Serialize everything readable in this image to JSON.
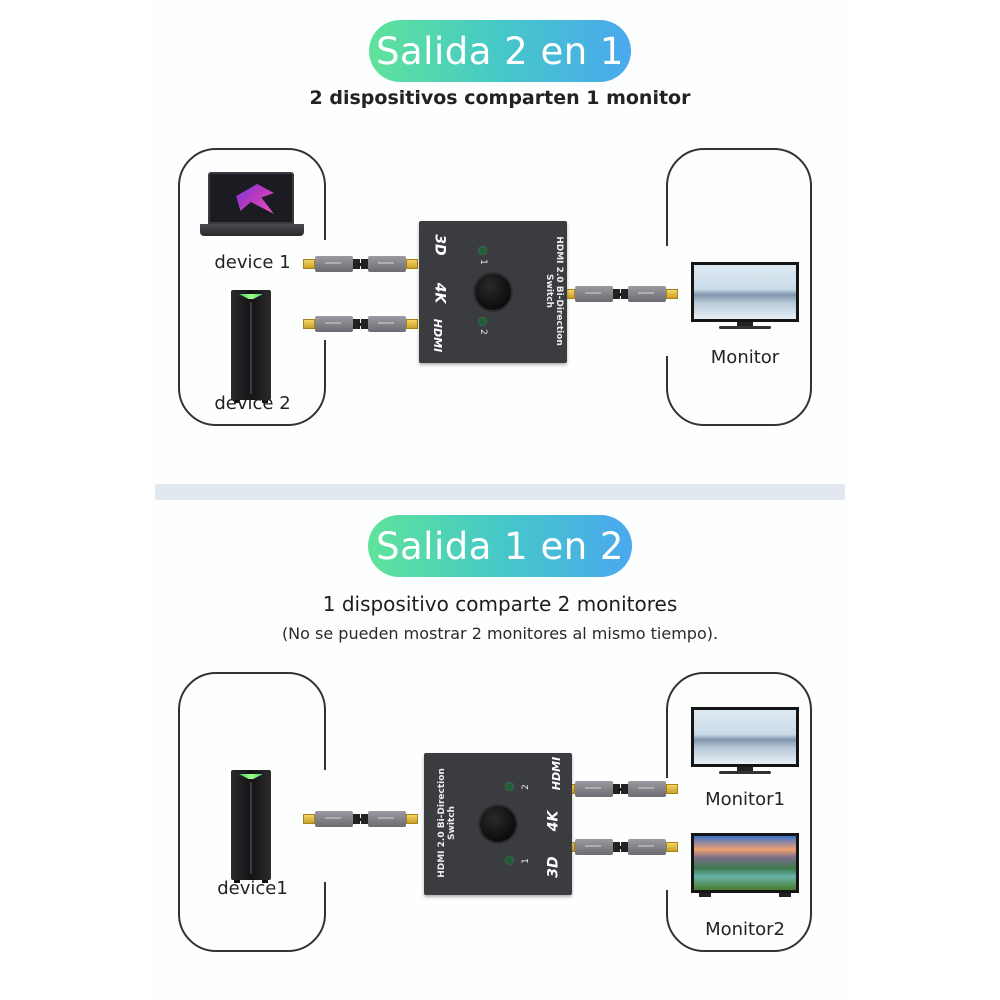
{
  "sections": [
    {
      "id": "two-in-one",
      "title": "Salida 2 en 1",
      "subtitle": "2 dispositivos comparten 1 monitor",
      "inputs": [
        {
          "label": "device 1",
          "icon": "laptop-icon"
        },
        {
          "label": "device 2",
          "icon": "pc-tower-icon"
        }
      ],
      "outputs": [
        {
          "label": "Monitor",
          "icon": "monitor-icon"
        }
      ],
      "switch": {
        "title": "HDMI 2.0 Bi-Direction",
        "subtitle": "Switch",
        "port_1": "1",
        "port_2": "2",
        "badge_3d": "3D",
        "badge_4k": "4K",
        "badge_hdmi": "HDMI"
      }
    },
    {
      "id": "one-in-two",
      "title": "Salida 1 en 2",
      "subtitle": "1 dispositivo comparte 2 monitores",
      "note": "(No se pueden mostrar 2 monitores al mismo tiempo).",
      "inputs": [
        {
          "label": "device1",
          "icon": "pc-tower-icon"
        }
      ],
      "outputs": [
        {
          "label": "Monitor1",
          "icon": "monitor-icon"
        },
        {
          "label": "Monitor2",
          "icon": "monitor-icon"
        }
      ],
      "switch": {
        "title": "HDMI 2.0 Bi-Direction",
        "subtitle": "Switch",
        "port_1": "1",
        "port_2": "2",
        "badge_3d": "3D",
        "badge_4k": "4K",
        "badge_hdmi": "HDMI"
      }
    }
  ],
  "colors": {
    "pill_gradient_start": "#5fe39a",
    "pill_gradient_mid": "#46c8c8",
    "pill_gradient_end": "#4aa8ee",
    "separator": "#e2e8ef",
    "switch_body": "#3a3c40",
    "connector_gold": "#e3bd3a"
  }
}
